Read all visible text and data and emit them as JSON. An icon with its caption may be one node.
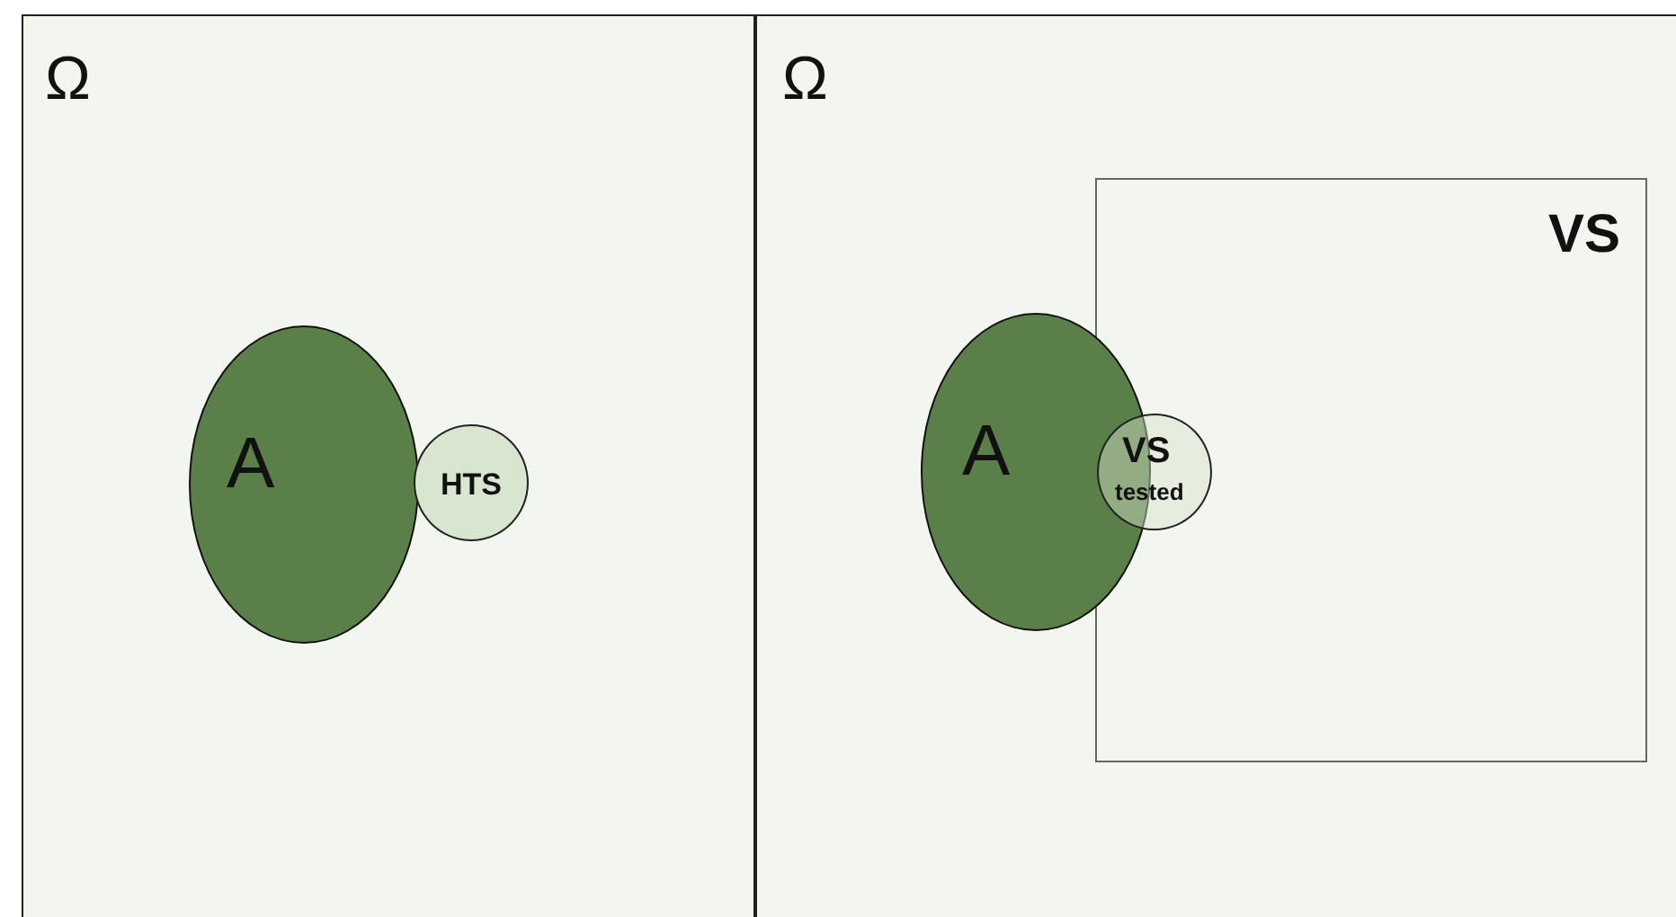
{
  "diagram": {
    "nodes": [
      {
        "text": [
          "Ω"
        ]
      },
      {
        "text": [
          "A"
        ],
        "in": 0
      },
      {
        "text": [
          "HTS"
        ],
        "in": 0
      },
      {
        "text": [
          "Ω"
        ]
      },
      {
        "text": [
          "VS"
        ],
        "in": 3
      },
      {
        "text": [
          "A"
        ],
        "in": 3
      },
      {
        "text": [
          "VS",
          "tested"
        ],
        "in": 4
      }
    ]
  }
}
